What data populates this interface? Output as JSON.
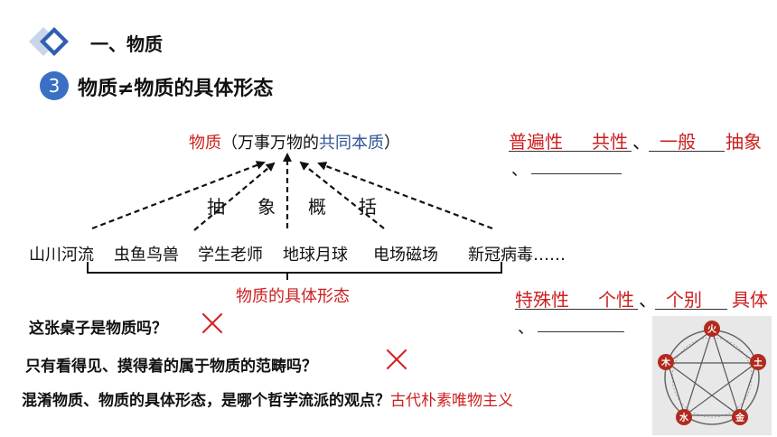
{
  "section_title": "一、物质",
  "point": {
    "number": "3",
    "heading": "物质≠物质的具体形态"
  },
  "top_concept": {
    "word": "物质",
    "paren_open": "（万事万物的",
    "essence": "共同本质",
    "paren_close": "）"
  },
  "abstraction_chars": [
    "抽",
    "象",
    "概",
    "括"
  ],
  "examples": [
    "山川河流",
    "虫鱼鸟兽",
    "学生老师",
    "地球月球",
    "电场磁场",
    "新冠病毒……"
  ],
  "bracket_label": "物质的具体形态",
  "right_top": {
    "a": "普遍性",
    "b": "共性",
    "sep1": "、",
    "c": "一般",
    "d": "抽象",
    "sep2": "、"
  },
  "right_mid": {
    "a": "特殊性",
    "b": "个性",
    "sep1": "、",
    "c": "个别",
    "d": "具体",
    "sep2": "、"
  },
  "questions": [
    {
      "text": "这张桌子是物质吗？",
      "answer": ""
    },
    {
      "text": "只有看得见、摸得着的属于物质的范畴吗？",
      "answer": ""
    },
    {
      "text": "混淆物质、物质的具体形态，是哪个哲学流派的观点？",
      "answer": "古代朴素唯物主义"
    }
  ],
  "wuxing": [
    "火",
    "土",
    "金",
    "水",
    "木"
  ],
  "colors": {
    "accent_red": "#cc1f1f",
    "accent_blue": "#2f5597",
    "badge": "#3a6fc4",
    "wuxing_bg": "#e8e8e8",
    "wuxing_node": "#b22a1e"
  }
}
